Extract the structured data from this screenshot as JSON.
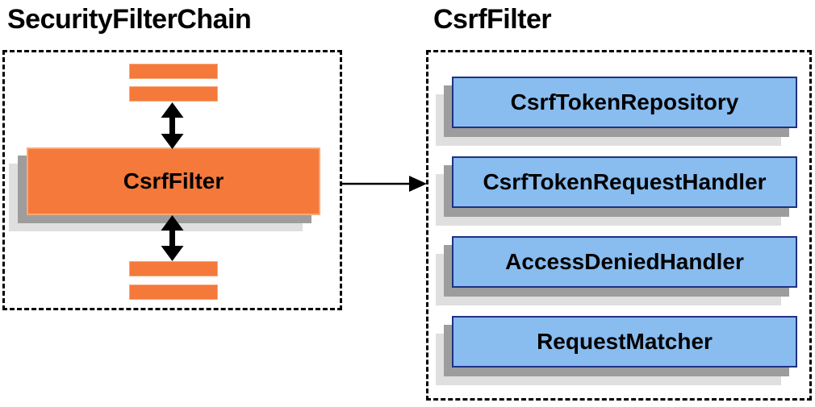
{
  "diagram": {
    "left": {
      "title": "SecurityFilterChain",
      "main_filter": "CsrfFilter"
    },
    "right": {
      "title": "CsrfFilter",
      "components": [
        "CsrfTokenRepository",
        "CsrfTokenRequestHandler",
        "AccessDeniedHandler",
        "RequestMatcher"
      ]
    },
    "colors": {
      "orange_fill": "#F4793B",
      "orange_border": "#F9A878",
      "blue_fill": "#89BCEF",
      "blue_border": "#1F3183",
      "shadow_dark": "#9D9D9D",
      "shadow_light": "#DFDFDF",
      "arrow": "#000000"
    }
  }
}
